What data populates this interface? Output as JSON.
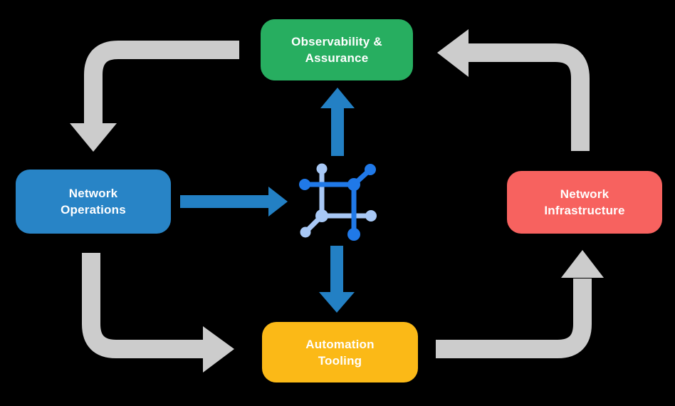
{
  "diagram": {
    "background_color": "#000000",
    "colors": {
      "cycle_arrow": "#CCCCCC",
      "flow_arrow": "#2380C4",
      "icon_dark_blue": "#2079E8",
      "icon_light_blue": "#A8C8F5",
      "node_text": "#FFFFFF"
    },
    "nodes": [
      {
        "id": "observability-assurance",
        "label": "Observability &\nAssurance",
        "color": "#27AE60"
      },
      {
        "id": "network-operations",
        "label": "Network\nOperations",
        "color": "#2884C6"
      },
      {
        "id": "network-infrastructure",
        "label": "Network\nInfrastructure",
        "color": "#F7625F"
      },
      {
        "id": "automation-tooling",
        "label": "Automation\nTooling",
        "color": "#FBB917"
      }
    ],
    "center_icon": {
      "name": "network-mesh-icon"
    },
    "cycle_arrows": [
      {
        "from": "observability-assurance",
        "to": "network-operations"
      },
      {
        "from": "network-operations",
        "to": "automation-tooling"
      },
      {
        "from": "automation-tooling",
        "to": "network-infrastructure"
      },
      {
        "from": "network-infrastructure",
        "to": "observability-assurance"
      }
    ],
    "flow_arrows": [
      {
        "from": "network-operations",
        "to": "center-icon"
      },
      {
        "from": "center-icon",
        "to": "observability-assurance"
      },
      {
        "from": "center-icon",
        "to": "automation-tooling"
      }
    ]
  }
}
